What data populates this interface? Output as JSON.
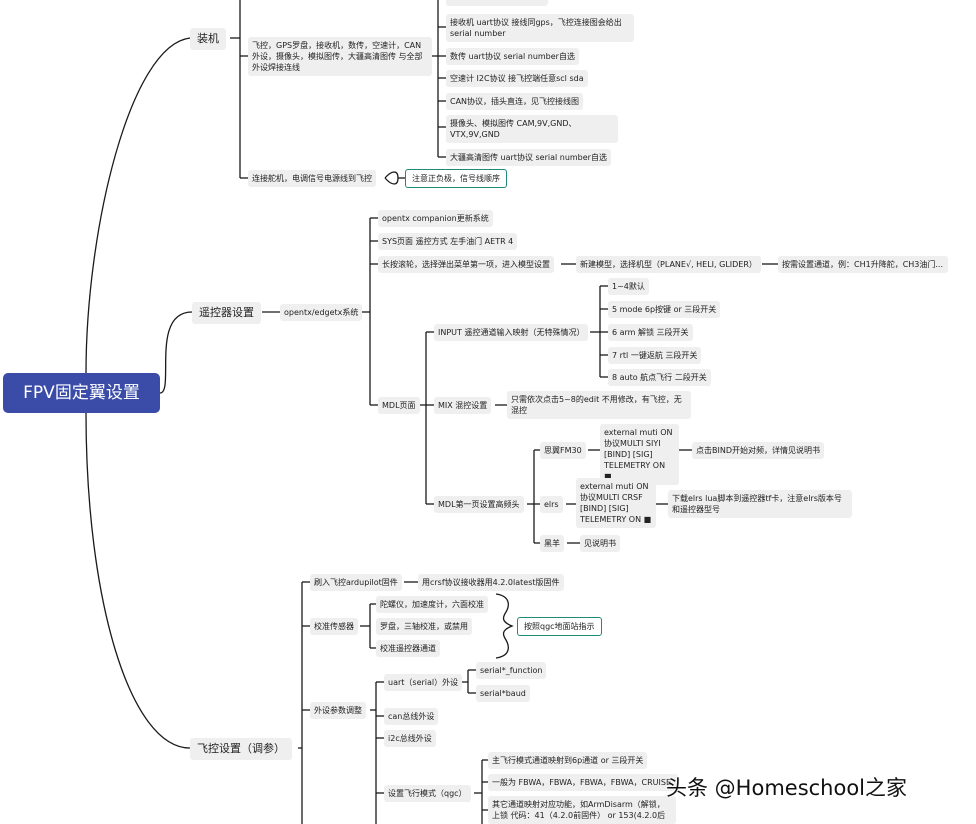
{
  "root": "FPV固定翼设置",
  "zhuangji": {
    "label": "装机",
    "top_cut": "...",
    "wiring": "飞控，GPS罗盘，接收机，数传，空速计，CAN外设，摄像头，模拟图传，大疆高清图传 与全部外设焊接连线",
    "items": [
      "接收机 uart协议 接线同gps，飞控连接图会给出serial number",
      "数传 uart协议 serial number自选",
      "空速计 I2C协议 接飞控端任意scl sda",
      "CAN协议，插头直连，见飞控接线图",
      "摄像头、模拟图传 CAM,9V,GND、VTX,9V,GND",
      "大疆高清图传 uart协议 serial number自选"
    ],
    "servo": "连接舵机，电调信号电源线到飞控",
    "servo_note": "注意正负极，信号线顺序"
  },
  "remote": {
    "label": "遥控器设置",
    "system": "opentx/edgetx系统",
    "companion": "opentx companion更新系统",
    "sys_page": "SYS页面 遥控方式 左手油门 AETR 4",
    "long_press": "长按滚轮，选择弹出菜单第一项，进入模型设置",
    "new_model": "新建模型，选择机型（PLANE√, HELI, GLIDER）",
    "channel": "按需设置通道，例：CH1升降舵，CH3油门...",
    "mdl_page": "MDL页面",
    "input": "INPUT 遥控通道输入映射（无特殊情况）",
    "input_items": [
      "1~4默认",
      "5 mode 6p按键 or 三段开关",
      "6 arm 解锁 三段开关",
      "7 rtl 一键返航 三段开关",
      "8 auto 航点飞行 二段开关"
    ],
    "mix": "MIX 混控设置",
    "mix_note": "只需依次点击5~8的edit 不用修改，有飞控，无混控",
    "mdl_first": "MDL第一页设置高频头",
    "siyi": "思翼FM30",
    "siyi_cfg": "external muti ON 协议MULTI SIYI [BIND] [SIG] TELEMETRY ON ■",
    "siyi_bind": "点击BIND开始对频，详情见说明书",
    "elrs": "elrs",
    "elrs_cfg": "external muti ON 协议MULTI CRSF [BIND] [SIG] TELEMETRY ON ■",
    "elrs_note": "下载elrs lua脚本到遥控器tf卡，注意elrs版本号和遥控器型号",
    "heiyang": "黑羊",
    "heiyang_note": "见说明书"
  },
  "fc": {
    "label": "飞控设置（调参）",
    "flash": "刷入飞控ardupilot固件",
    "flash_note": "用crsf协议接收器用4.2.0latest版固件",
    "calib": "校准传感器",
    "calib_items": [
      "陀螺仪，加速度计，六面校准",
      "罗盘，三轴校准，或禁用",
      "校准遥控器通道"
    ],
    "calib_note": "按照qgc地面站指示",
    "periph": "外设参数调整",
    "uart": "uart（serial）外设",
    "uart_items": [
      "serial*_function",
      "serial*baud"
    ],
    "can": "can总线外设",
    "i2c": "i2c总线外设",
    "mode": "设置飞行模式（qgc）",
    "mode_items": [
      "主飞行模式通道映射到6p通道 or 三段开关",
      "一般为 FBWA，FBWA，FBWA，FBWA，CRUISE",
      "其它通道映射对应功能，如ArmDisarm（解锁，上锁 代码：41（4.2.0前固件） or 153(4.2.0后"
    ]
  },
  "watermark": "头条 @Homeschool之家"
}
